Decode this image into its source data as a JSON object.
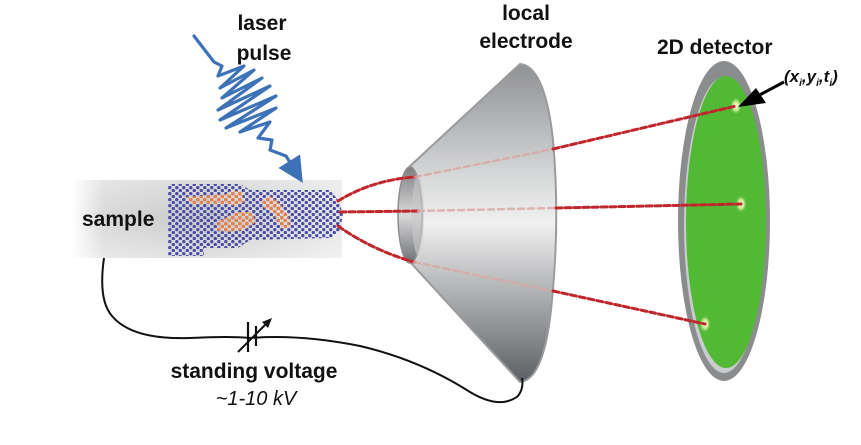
{
  "title": "Atom probe tomography setup schematic",
  "labels": {
    "laser": [
      "laser",
      "pulse"
    ],
    "electrode": [
      "local",
      "electrode"
    ],
    "detector": "2D detector",
    "sample": "sample",
    "voltage": "standing voltage",
    "voltage_range": "~1-10 kV",
    "coordinate": {
      "open": "(",
      "x": "x",
      "y": "y",
      "t": "t",
      "sub": "i",
      "sep": ",",
      "close": ")"
    }
  },
  "colors": {
    "laser": "#3d72b8",
    "atoms_matrix": "#4a4ea6",
    "atoms_cluster": "#e8804a",
    "trajectory": "#c0272d",
    "detector_face": "#52b935",
    "detector_rim": "#8a8c8e",
    "electrode": "#a8a9ab",
    "wire": "#111111"
  },
  "trajectories_count": 3,
  "ion_hits_count": 3
}
